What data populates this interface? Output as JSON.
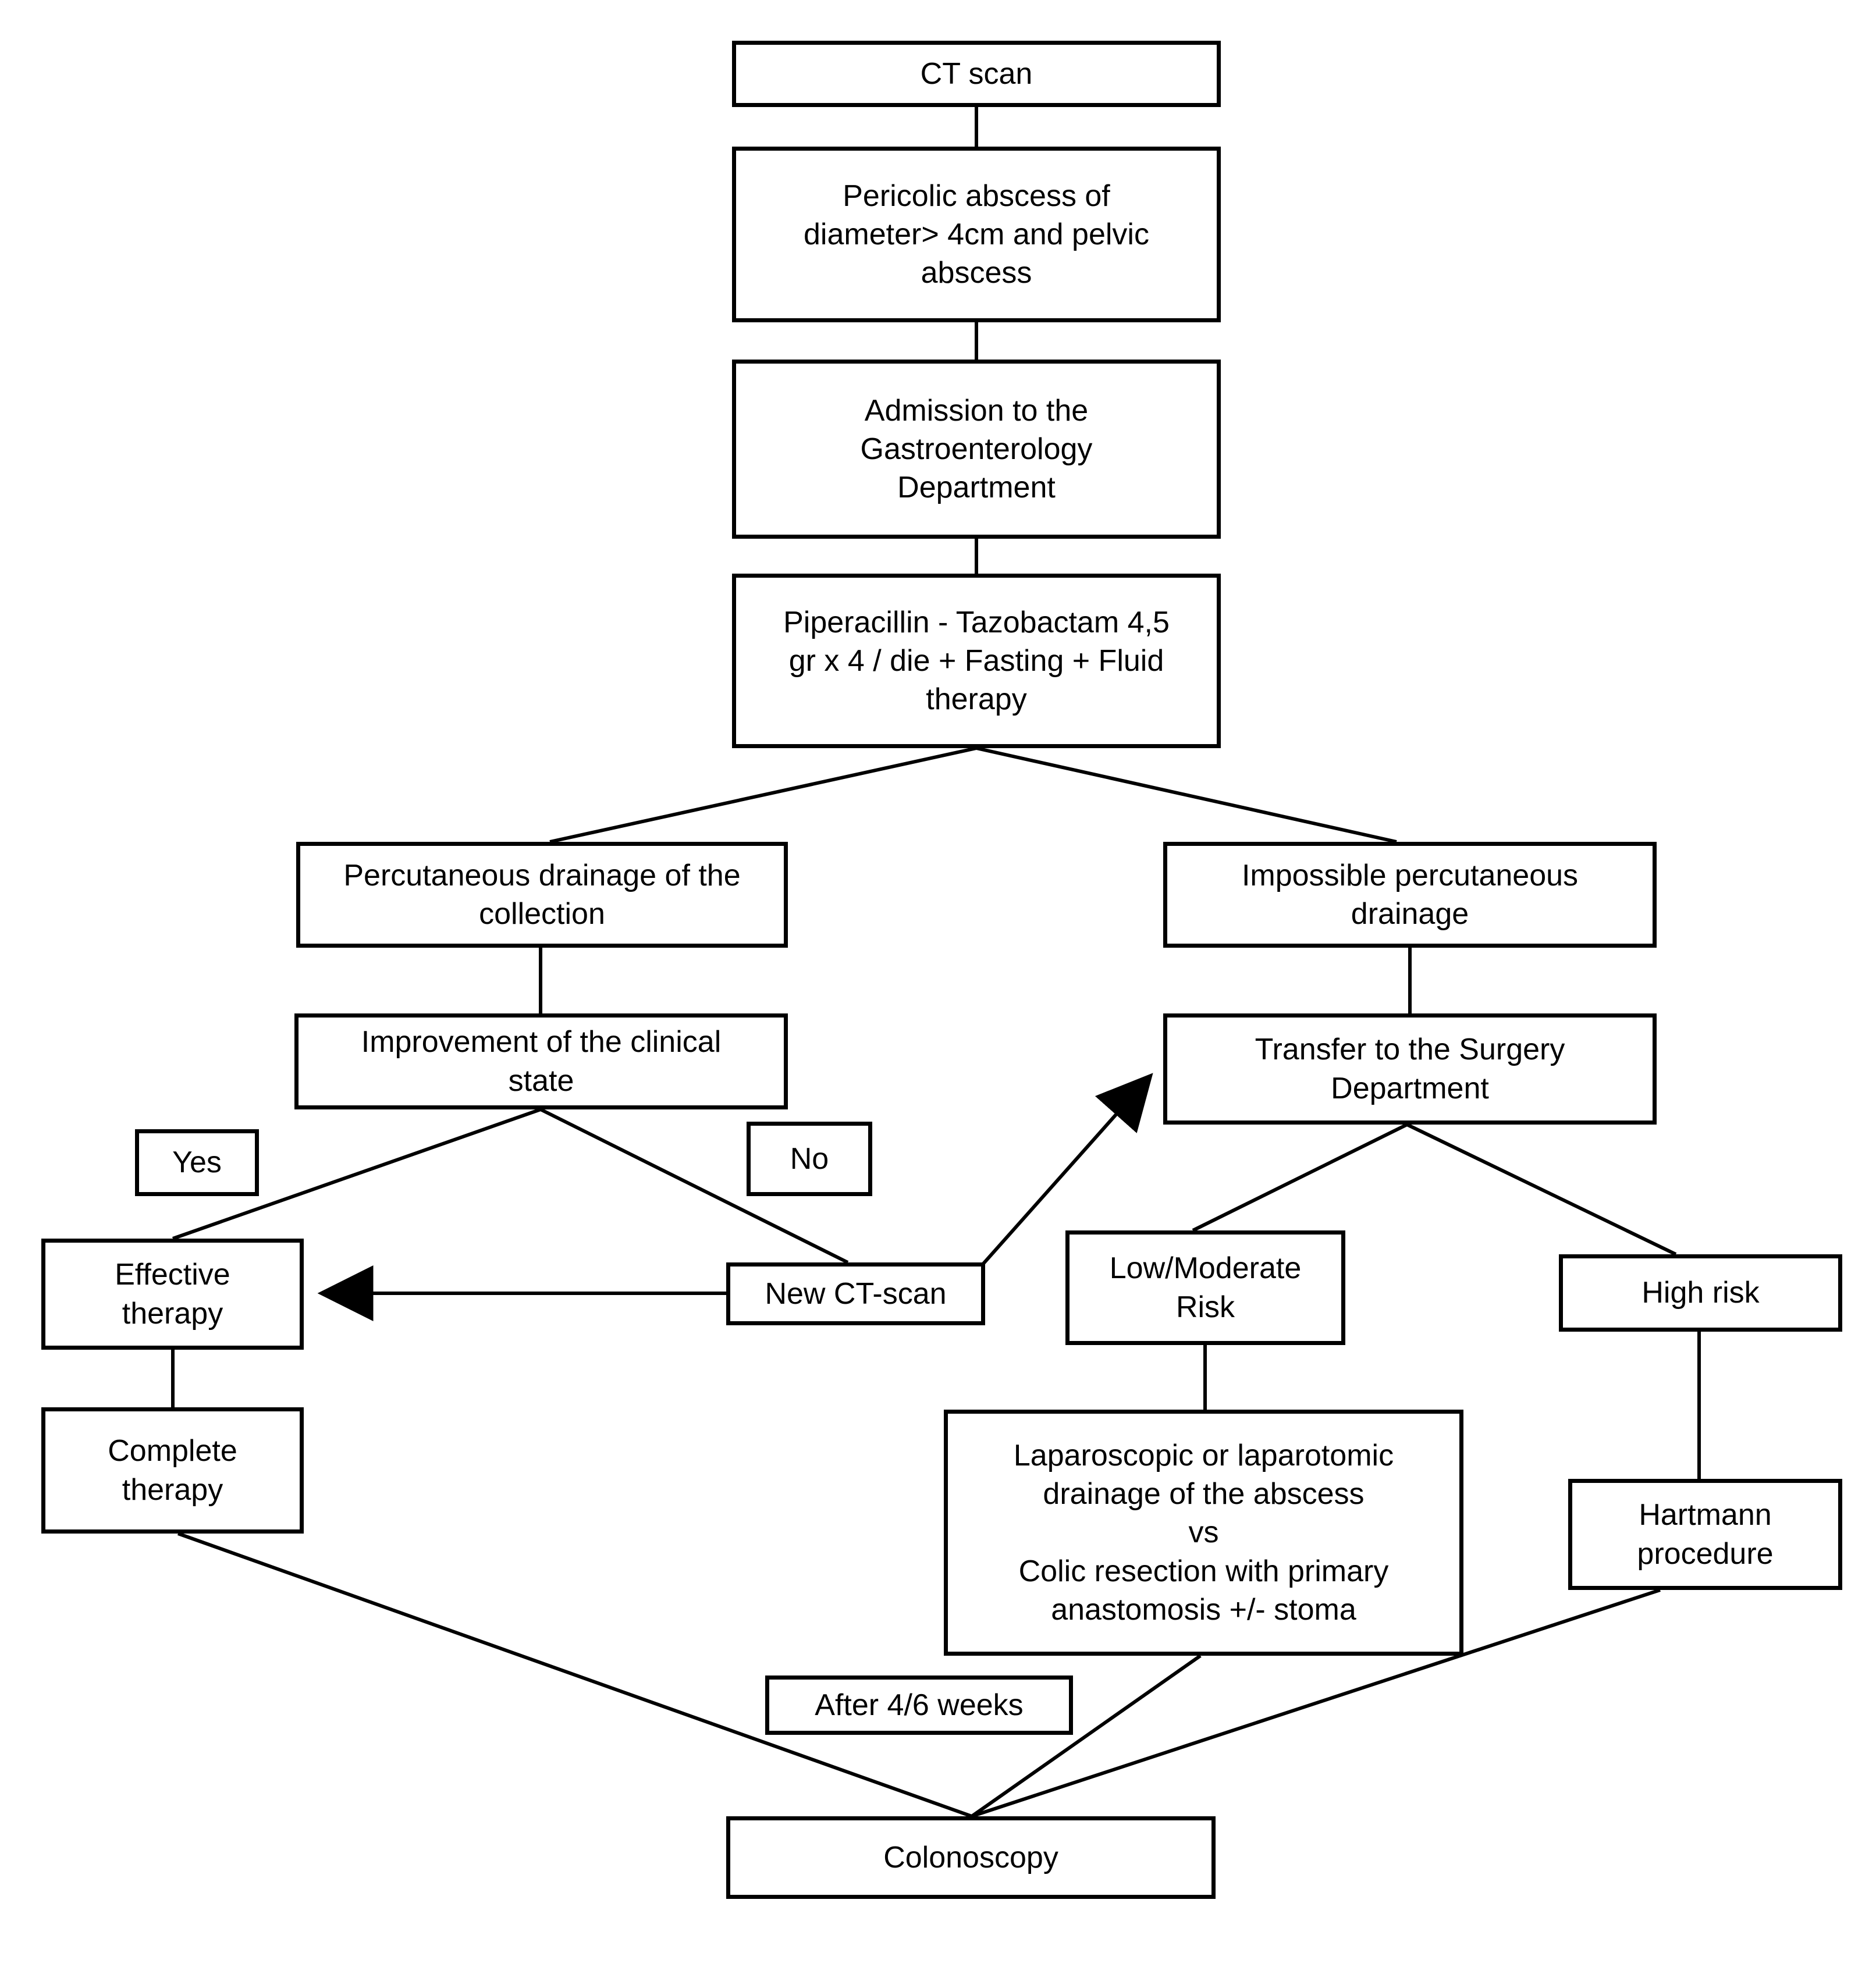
{
  "background_color": "#ffffff",
  "stroke_color": "#000000",
  "box_fill_color": "#ffffff",
  "text_color": "#000000",
  "nodes": {
    "ct_scan": {
      "label": "CT scan"
    },
    "pericolic_abscess": {
      "label": "Pericolic abscess of\ndiameter> 4cm and pelvic\nabscess"
    },
    "admission": {
      "label": "Admission to the\nGastroenterology\nDepartment"
    },
    "antibiotic_therapy": {
      "label": "Piperacillin - Tazobactam 4,5\ngr x 4 / die + Fasting + Fluid\ntherapy"
    },
    "percutaneous_drainage": {
      "label": "Percutaneous drainage of the\ncollection"
    },
    "impossible_drainage": {
      "label": "Impossible percutaneous\ndrainage"
    },
    "improvement": {
      "label": "Improvement of the clinical\nstate"
    },
    "transfer_surgery": {
      "label": "Transfer to the Surgery\nDepartment"
    },
    "yes_label": {
      "label": "Yes"
    },
    "no_label": {
      "label": "No"
    },
    "effective_therapy": {
      "label": "Effective\ntherapy"
    },
    "new_ct_scan": {
      "label": "New CT-scan"
    },
    "low_moderate_risk": {
      "label": "Low/Moderate\nRisk"
    },
    "high_risk": {
      "label": "High risk"
    },
    "complete_therapy": {
      "label": "Complete\ntherapy"
    },
    "surgery_options": {
      "label": "Laparoscopic or laparotomic\ndrainage of the abscess\nvs\nColic resection with primary\nanastomosis +/- stoma"
    },
    "hartmann_procedure": {
      "label": "Hartmann\nprocedure"
    },
    "after_weeks_label": {
      "label": "After 4/6 weeks"
    },
    "colonoscopy": {
      "label": "Colonoscopy"
    }
  },
  "edges": [
    {
      "from": "ct_scan",
      "to": "pericolic_abscess",
      "arrowhead": false
    },
    {
      "from": "pericolic_abscess",
      "to": "admission",
      "arrowhead": false
    },
    {
      "from": "admission",
      "to": "antibiotic_therapy",
      "arrowhead": false
    },
    {
      "from": "antibiotic_therapy",
      "to": "percutaneous_drainage",
      "arrowhead": false
    },
    {
      "from": "antibiotic_therapy",
      "to": "impossible_drainage",
      "arrowhead": false
    },
    {
      "from": "percutaneous_drainage",
      "to": "improvement",
      "arrowhead": false
    },
    {
      "from": "impossible_drainage",
      "to": "transfer_surgery",
      "arrowhead": false
    },
    {
      "from": "improvement",
      "to": "effective_therapy",
      "arrowhead": false,
      "branch_label": "Yes"
    },
    {
      "from": "improvement",
      "to": "new_ct_scan",
      "arrowhead": false,
      "branch_label": "No"
    },
    {
      "from": "new_ct_scan",
      "to": "effective_therapy",
      "arrowhead": true
    },
    {
      "from": "new_ct_scan",
      "to": "transfer_surgery",
      "arrowhead": true
    },
    {
      "from": "transfer_surgery",
      "to": "low_moderate_risk",
      "arrowhead": false
    },
    {
      "from": "transfer_surgery",
      "to": "high_risk",
      "arrowhead": false
    },
    {
      "from": "low_moderate_risk",
      "to": "surgery_options",
      "arrowhead": false
    },
    {
      "from": "high_risk",
      "to": "hartmann_procedure",
      "arrowhead": false
    },
    {
      "from": "effective_therapy",
      "to": "complete_therapy",
      "arrowhead": false
    },
    {
      "from": "complete_therapy",
      "to": "colonoscopy",
      "arrowhead": false,
      "branch_label": "After 4/6 weeks"
    },
    {
      "from": "surgery_options",
      "to": "colonoscopy",
      "arrowhead": false
    },
    {
      "from": "hartmann_procedure",
      "to": "colonoscopy",
      "arrowhead": false
    }
  ]
}
